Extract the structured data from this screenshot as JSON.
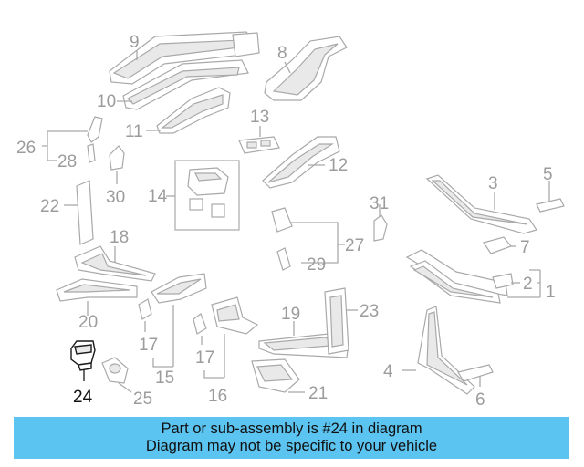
{
  "banner": {
    "line1": "Part or sub-assembly is #24 in diagram",
    "line2": "Diagram may not be specific to your vehicle"
  },
  "highlight_color": "#111111",
  "banner_color": "#5bc4f1",
  "callouts": {
    "c1": "1",
    "c2": "2",
    "c3": "3",
    "c4": "4",
    "c5": "5",
    "c6": "6",
    "c7": "7",
    "c8": "8",
    "c9": "9",
    "c10": "10",
    "c11": "11",
    "c12": "12",
    "c13": "13",
    "c14": "14",
    "c15": "15",
    "c16": "16",
    "c17a": "17",
    "c17b": "17",
    "c18": "18",
    "c19": "19",
    "c20": "20",
    "c21": "21",
    "c22": "22",
    "c23": "23",
    "c24": "24",
    "c25": "25",
    "c26": "26",
    "c27": "27",
    "c28": "28",
    "c29": "29",
    "c30": "30",
    "c31": "31"
  },
  "highlighted_part": "24"
}
